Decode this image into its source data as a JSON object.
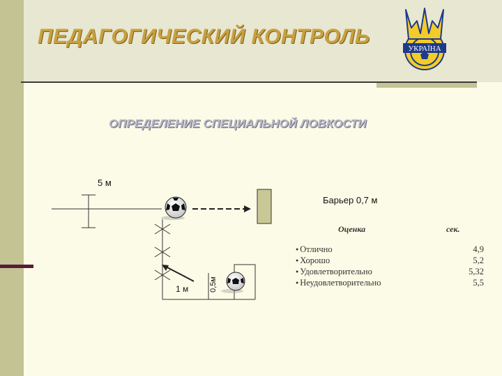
{
  "header": {
    "title": "ПЕДАГОГИЧЕСКИЙ КОНТРОЛЬ",
    "logo_text": "УКРАЇНА"
  },
  "subtitle": "ОПРЕДЕЛЕНИЕ СПЕЦИАЛЬНОЙ ЛОВКОСТИ",
  "diagram": {
    "distance_label": "5 м",
    "barrier_label": "Барьер 0,7 м",
    "width_label": "1 м",
    "height_label": "0,5м"
  },
  "grading": {
    "header_left": "Оценка",
    "header_right": "сек.",
    "rows": [
      {
        "name": "Отлично",
        "value": "4,9"
      },
      {
        "name": "Хорошо",
        "value": "5,2"
      },
      {
        "name": "Удовлетворительно",
        "value": "5,32"
      },
      {
        "name": "Неудовлетворительно",
        "value": "5,5"
      }
    ]
  },
  "colors": {
    "title": "#c8a040",
    "left_bar": "#c3c394",
    "barrier": "#c8c896"
  },
  "icons": [
    "ball-icon",
    "ukraine-crest-icon"
  ]
}
